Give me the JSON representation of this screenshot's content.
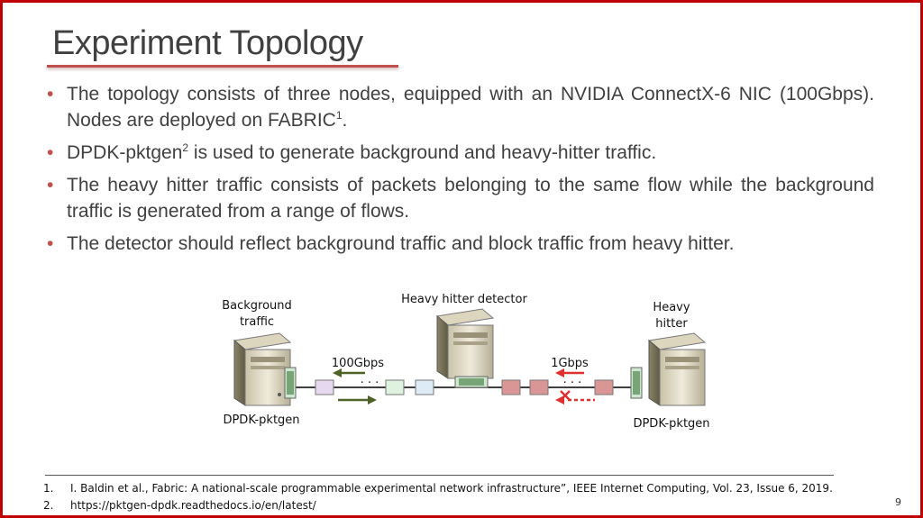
{
  "slide": {
    "title": "Experiment Topology",
    "bullets": [
      {
        "text": "The topology consists of three nodes, equipped with an NVIDIA ConnectX-6 NIC (100Gbps). Nodes are deployed on FABRIC",
        "sup": "1",
        "suffix": "."
      },
      {
        "text": "DPDK-pktgen",
        "sup": "2",
        "suffix": " is used to generate background and heavy-hitter traffic."
      },
      {
        "text": "The heavy hitter traffic consists of packets belonging to the same flow while the background traffic is generated from a range of flows.",
        "sup": "",
        "suffix": ""
      },
      {
        "text": "The detector should reflect background traffic and block traffic from heavy hitter.",
        "sup": "",
        "suffix": ""
      }
    ],
    "page_number": "9"
  },
  "diagram": {
    "left_node_label": "Background traffic",
    "left_node_sublabel": "DPDK-pktgen",
    "center_node_label": "Heavy hitter detector",
    "right_node_label": "Heavy hitter",
    "right_node_sublabel": "DPDK-pktgen",
    "left_link_rate": "100Gbps",
    "right_link_rate": "1Gbps",
    "ellipsis": ". . .",
    "colors": {
      "background_packet_1": "#e6d9ef",
      "background_packet_2": "#dff2df",
      "background_packet_3": "#dcebf5",
      "heavy_packet": "#d99694",
      "left_arrow": "#4f6228",
      "right_arrow": "#e03030",
      "link": "#000000"
    }
  },
  "footnotes": [
    {
      "num": "1.",
      "text": "I. Baldin et al., Fabric: A national-scale programmable experimental network infrastructure”, IEEE Internet Computing, Vol. 23, Issue 6, 2019."
    },
    {
      "num": "2.",
      "text": "https://pktgen-dpdk.readthedocs.io/en/latest/"
    }
  ]
}
